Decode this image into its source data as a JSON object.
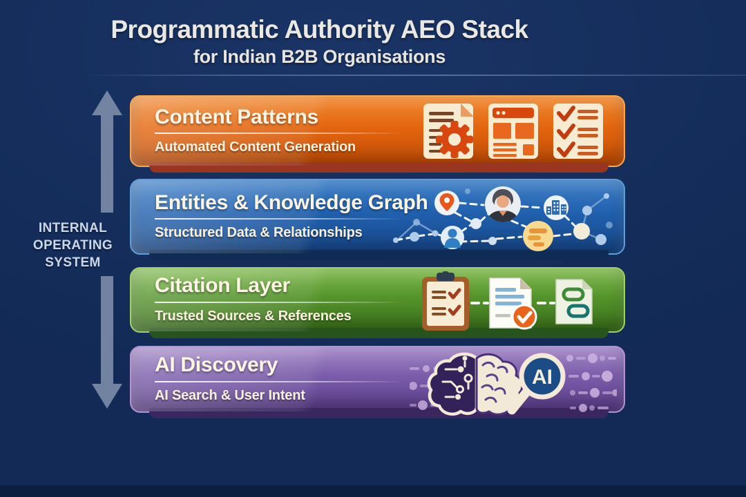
{
  "page": {
    "title": "Programmatic Authority AEO Stack",
    "subtitle": "for Indian B2B Organisations",
    "background_color": "#152e5c"
  },
  "axis": {
    "label_lines": [
      "INTERNAL",
      "OPERATING",
      "SYSTEM"
    ],
    "arrow_color": "#8494b0"
  },
  "layers": [
    {
      "title": "Content Patterns",
      "subtitle": "Automated Content Generation",
      "color_top": "#f08a33",
      "color_main": "#e4650e",
      "color_dark": "#c14c05",
      "color_border": "#f7a94e",
      "color_shadow": "#9a3520",
      "icons": [
        "document-gear-icon",
        "webpage-layout-icon",
        "checklist-icon"
      ]
    },
    {
      "title": "Entities & Knowledge Graph",
      "subtitle": "Structured Data & Relationships",
      "color_top": "#3f80c6",
      "color_main": "#2060ae",
      "color_dark": "#164687",
      "color_border": "#5f9ed9",
      "color_shadow": "#0e2c55",
      "icons": [
        "location-pin-icon",
        "person-avatar-icon",
        "building-icon",
        "user-silhouette-icon",
        "chat-bubble-icon",
        "network-graph-icon"
      ]
    },
    {
      "title": "Citation Layer",
      "subtitle": "Trusted Sources & References",
      "color_top": "#83bb52",
      "color_main": "#55942c",
      "color_dark": "#3a701b",
      "color_border": "#a3cf69",
      "color_shadow": "#27531d",
      "icons": [
        "clipboard-checklist-icon",
        "verified-document-icon",
        "linked-document-icon"
      ]
    },
    {
      "title": "AI Discovery",
      "subtitle": "AI Search & User Intent",
      "color_top": "#a287c6",
      "color_main": "#7a5caa",
      "color_dark": "#5a3c89",
      "color_border": "#b294d4",
      "color_shadow": "#3a2760",
      "magnifier_label": "AI",
      "icons": [
        "circuit-brain-icon",
        "ai-magnifier-icon",
        "data-stream-icon"
      ]
    }
  ]
}
